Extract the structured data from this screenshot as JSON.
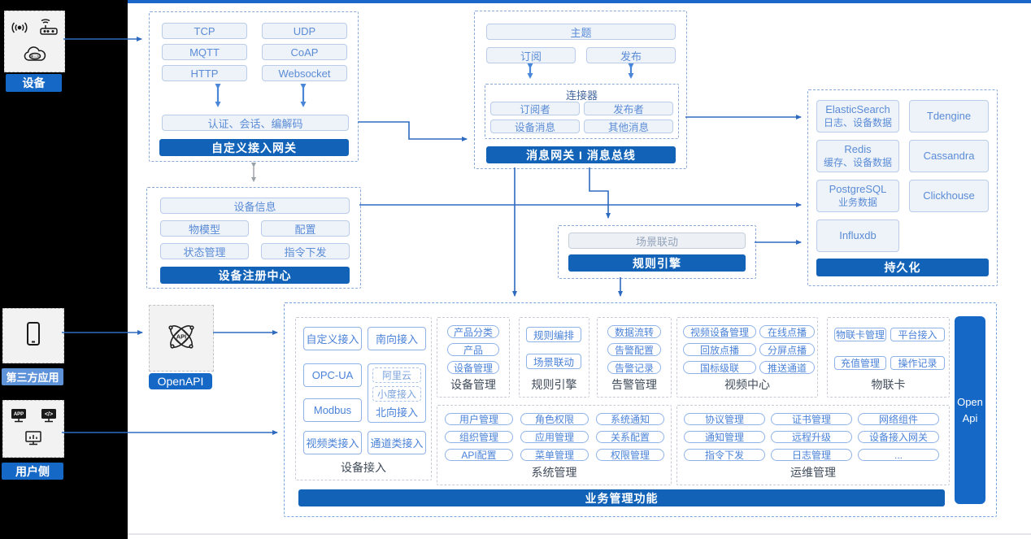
{
  "colors": {
    "accent_blue": "#1263b8",
    "line_blue": "#2e6bc0",
    "chip_text_blue": "#5a8cd6",
    "button_text_blue": "#4a82d8",
    "third_party_label_bg": "#5e92d9",
    "top_rule_blue": "#1b66c9"
  },
  "left_rail": {
    "device": {
      "label": "设备",
      "icons": [
        "broadcast-icon",
        "router-icon",
        "cloud-third-party-icon"
      ]
    },
    "third_party": {
      "label": "第三方应用",
      "icons": [
        "phone-icon"
      ]
    },
    "user_side": {
      "label": "用户侧",
      "icons": [
        "app-monitor-icon",
        "code-monitor-icon",
        "chart-monitor-icon"
      ]
    }
  },
  "gateway": {
    "protocols": [
      "TCP",
      "UDP",
      "MQTT",
      "CoAP",
      "HTTP",
      "Websocket"
    ],
    "middleware": "认证、会话、编解码",
    "title": "自定义接入网关"
  },
  "message_bus": {
    "topic": "主题",
    "subscribe": "订阅",
    "publish": "发布",
    "connector": {
      "title": "连接器",
      "items": [
        "订阅者",
        "发布者",
        "设备消息",
        "其他消息"
      ]
    },
    "title": "消息网关 I 消息总线"
  },
  "persistence": {
    "stores": [
      {
        "name": "ElasticSearch",
        "desc": "日志、设备数据"
      },
      {
        "name": "Tdengine"
      },
      {
        "name": "Redis",
        "desc": "缓存、设备数据"
      },
      {
        "name": "Cassandra"
      },
      {
        "name": "PostgreSQL",
        "desc": "业务数据"
      },
      {
        "name": "Clickhouse"
      },
      {
        "name": "Influxdb"
      }
    ],
    "title": "持久化"
  },
  "registry": {
    "device_info": "设备信息",
    "items": [
      "物模型",
      "配置",
      "状态管理",
      "指令下发"
    ],
    "title": "设备注册中心"
  },
  "rule_engine_box": {
    "scene": "场景联动",
    "title": "规则引擎"
  },
  "openapi": {
    "label": "OpenAPI",
    "icon": "api-atom-icon"
  },
  "platform": {
    "device_access": {
      "label": "设备接入",
      "buttons": [
        "自定义接入",
        "南向接入",
        "OPC-UA",
        "Modbus",
        "视频类接入",
        "通道类接入"
      ],
      "north": {
        "label": "北向接入",
        "items": [
          "阿里云",
          "小度接入"
        ]
      }
    },
    "device_mgmt": {
      "label": "设备管理",
      "items": [
        "产品分类",
        "产品",
        "设备管理"
      ]
    },
    "rule_engine": {
      "label": "规则引擎",
      "items": [
        "规则编排",
        "场景联动"
      ]
    },
    "alarm_mgmt": {
      "label": "告警管理",
      "items": [
        "数据流转",
        "告警配置",
        "告警记录"
      ]
    },
    "video_center": {
      "label": "视频中心",
      "items": [
        "视频设备管理",
        "在线点播",
        "回放点播",
        "分屏点播",
        "国标级联",
        "推送通道"
      ]
    },
    "iot_card": {
      "label": "物联卡",
      "items": [
        "物联卡管理",
        "平台接入",
        "充值管理",
        "操作记录"
      ]
    },
    "system_mgmt": {
      "label": "系统管理",
      "items": [
        "用户管理",
        "角色权限",
        "系统通知",
        "组织管理",
        "应用管理",
        "关系配置",
        "API配置",
        "菜单管理",
        "权限管理"
      ]
    },
    "ops_mgmt": {
      "label": "运维管理",
      "items": [
        "协议管理",
        "证书管理",
        "网络组件",
        "通知管理",
        "远程升级",
        "设备接入网关",
        "指令下发",
        "日志管理",
        "..."
      ]
    },
    "footer": "业务管理功能",
    "open_api_bar": {
      "line1": "Open",
      "line2": "Api"
    }
  }
}
